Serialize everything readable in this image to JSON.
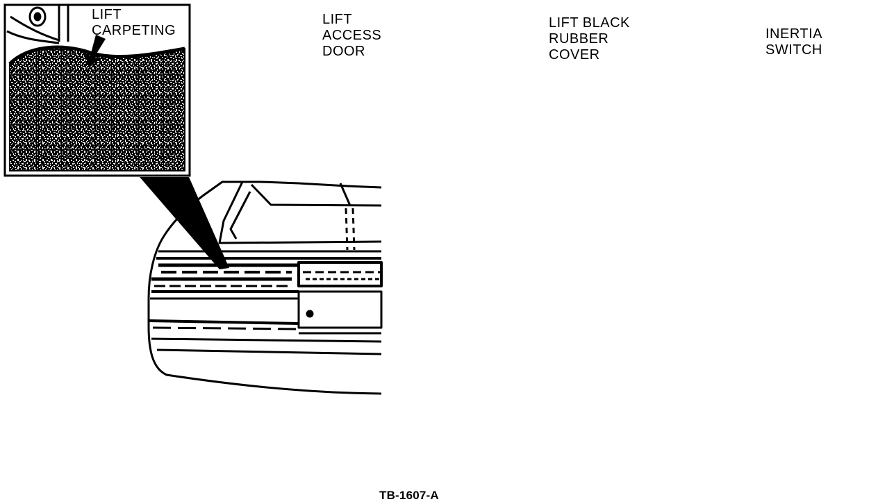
{
  "panels": [
    {
      "id": "panel-1",
      "caption_lines": [
        "LIFT",
        "CARPETING"
      ]
    },
    {
      "id": "panel-2",
      "caption_lines": [
        "LIFT",
        "ACCESS",
        "DOOR"
      ]
    },
    {
      "id": "panel-3",
      "caption_lines": [
        "LIFT BLACK",
        "RUBBER",
        "COVER"
      ]
    },
    {
      "id": "panel-4",
      "caption_lines": [
        "INERTIA",
        "SWITCH"
      ]
    }
  ],
  "figure_id": "TB-1607-A",
  "colors": {
    "ink": "#000000",
    "paper": "#ffffff"
  },
  "icons": [
    "arrow-pointer",
    "dome-marker"
  ]
}
